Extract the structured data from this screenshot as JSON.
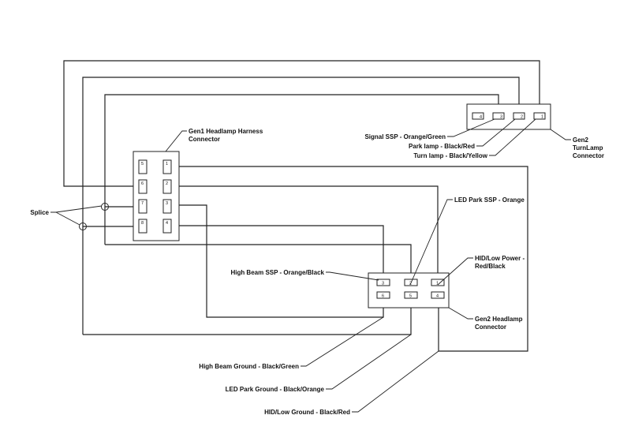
{
  "diagram": {
    "connectors": {
      "gen1": {
        "title_line1": "Gen1 Headlamp Harness",
        "title_line2": "Connector",
        "pins": [
          "5",
          "1",
          "6",
          "2",
          "7",
          "3",
          "8",
          "4"
        ]
      },
      "gen2_turn": {
        "title_line1": "Gen2",
        "title_line2": "TurnLamp",
        "title_line3": "Connector",
        "pins": [
          "4",
          "3",
          "2",
          "1"
        ]
      },
      "gen2_head": {
        "title_line1": "Gen2 Headlamp",
        "title_line2": "Connector",
        "pins": [
          "3",
          "2",
          "1",
          "6",
          "5",
          "4"
        ]
      }
    },
    "labels": {
      "splice": "Splice",
      "signal_ssp": "Signal SSP - Orange/Green",
      "park_lamp": "Park lamp - Black/Red",
      "turn_lamp": "Turn lamp - Black/Yellow",
      "led_park_ssp": "LED Park SSP - Orange",
      "hid_low_power_line1": "HID/Low Power -",
      "hid_low_power_line2": "Red/Black",
      "high_beam_ssp": "High Beam SSP - Orange/Black",
      "high_beam_ground": "High Beam Ground - Black/Green",
      "led_park_ground": "LED Park Ground - Black/Orange",
      "hid_low_ground": "HID/Low Ground - Black/Red"
    }
  }
}
